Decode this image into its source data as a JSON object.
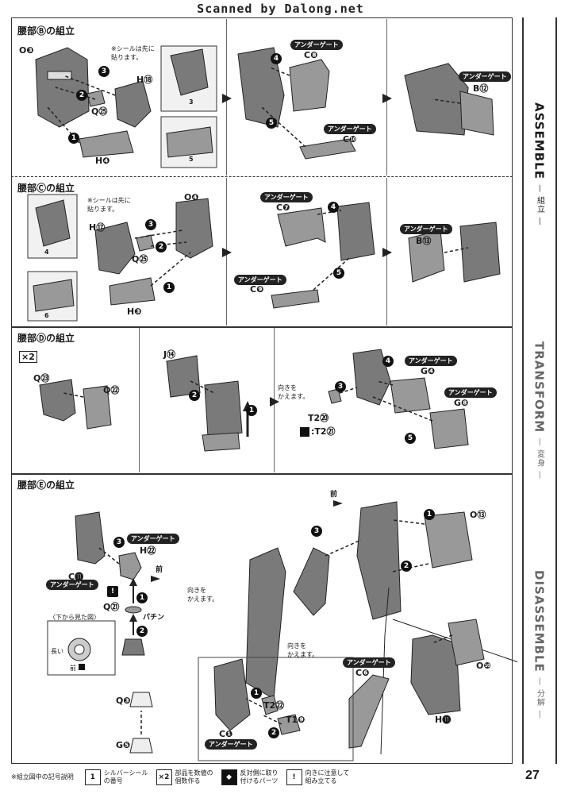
{
  "header": {
    "scanned_text": "Scanned by Dalong.net"
  },
  "sidebar": [
    {
      "label": "ASSEMBLE",
      "sub": "— 組立 —"
    },
    {
      "label": "TRANSFORM",
      "sub": "— 変身 —"
    },
    {
      "label": "DISASSEMBLE",
      "sub": "— 分解 —"
    }
  ],
  "sections": [
    {
      "title": "腰部Ⓑの組立"
    },
    {
      "title": "腰部Ⓒの組立"
    },
    {
      "title": "腰部Ⓓの組立"
    },
    {
      "title": "腰部Ⓔの組立"
    }
  ],
  "sec1": {
    "o3": "O❸",
    "h18": "H⑱",
    "q25": "Q㉕",
    "h4": "H❹",
    "seal_note_1": "※シールは先に",
    "seal_note_2": "貼ります。",
    "seal_3": "3",
    "seal_5": "5",
    "gate_c8": "アンダーゲート",
    "c8": "C❽",
    "gate_c10": "アンダーゲート",
    "c10": "C❿",
    "gate_b12": "アンダーゲート",
    "b12": "B⑫"
  },
  "sec2": {
    "h17": "H⑰",
    "o4": "O❹",
    "q25": "Q㉕",
    "h3": "H❸",
    "seal_note_1": "※シールは先に",
    "seal_note_2": "貼ります。",
    "seal_4": "4",
    "seal_6": "6",
    "gate_c7": "アンダーゲート",
    "c7": "C❼",
    "gate_c9": "アンダーゲート",
    "c9": "C❾",
    "gate_b13": "アンダーゲート",
    "b13": "B⑬"
  },
  "sec3": {
    "x2": "×2",
    "q23": "Q㉓",
    "q22": "Q㉒",
    "j14": "J⑭",
    "turn_1": "向きを",
    "turn_2": "かえます。",
    "gate_g4": "アンダーゲート",
    "g4": "G❹",
    "gate_g8": "アンダーゲート",
    "g8": "G❽",
    "t220": "T2⑳",
    "t221": ":T2㉑"
  },
  "sec4": {
    "gate_h22": "アンダーゲート",
    "h22": "H㉒",
    "c11": "C⓫",
    "gate_c11": "アンダーゲート",
    "front": "前",
    "q21": "Q㉑",
    "snap": "パチン",
    "bottom_view": "〈下から見た図〉",
    "long": "長い",
    "front2": "前",
    "q3": "Q❸",
    "g5": "G❺",
    "front3": "前",
    "o13": "O⑬",
    "h11": "H⓫",
    "o10": "O❿",
    "turn_1": "向きを",
    "turn_2": "かえます。",
    "turn_3": "向きを",
    "turn_4": "かえます。",
    "gate_c6": "アンダーゲート",
    "c6": "C❻",
    "t222": "T2㉒",
    "t19": "T1❾",
    "c1": "C❶",
    "gate_c1": "アンダーゲート"
  },
  "legend": {
    "title_1": "※組立図中の",
    "title_2": "記号説明",
    "item1_icon": "1",
    "item1_1": "シルバーシール",
    "item1_2": "の番号",
    "item2_icon": "×2",
    "item2_1": "部品を数値の",
    "item2_2": "個数作る",
    "item3_1": "反対側に取り",
    "item3_2": "付けるパーツ",
    "item4_icon": "!",
    "item4_1": "向きに注意して",
    "item4_2": "組み立てる"
  },
  "page_number": "27"
}
